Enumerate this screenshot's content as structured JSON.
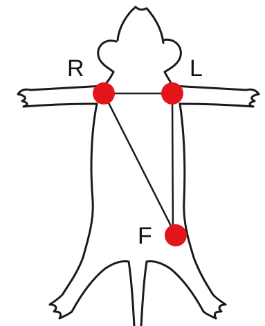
{
  "diagram": {
    "electrodes": [
      {
        "id": "R",
        "label": "R",
        "color": "#e3151b"
      },
      {
        "id": "L",
        "label": "L",
        "color": "#e3151b"
      },
      {
        "id": "F",
        "label": "F",
        "color": "#e3151b"
      }
    ],
    "connections": [
      {
        "from": "R",
        "to": "L"
      },
      {
        "from": "R",
        "to": "F"
      },
      {
        "from": "L",
        "to": "F"
      }
    ],
    "outline_color": "#1a1a1a"
  }
}
